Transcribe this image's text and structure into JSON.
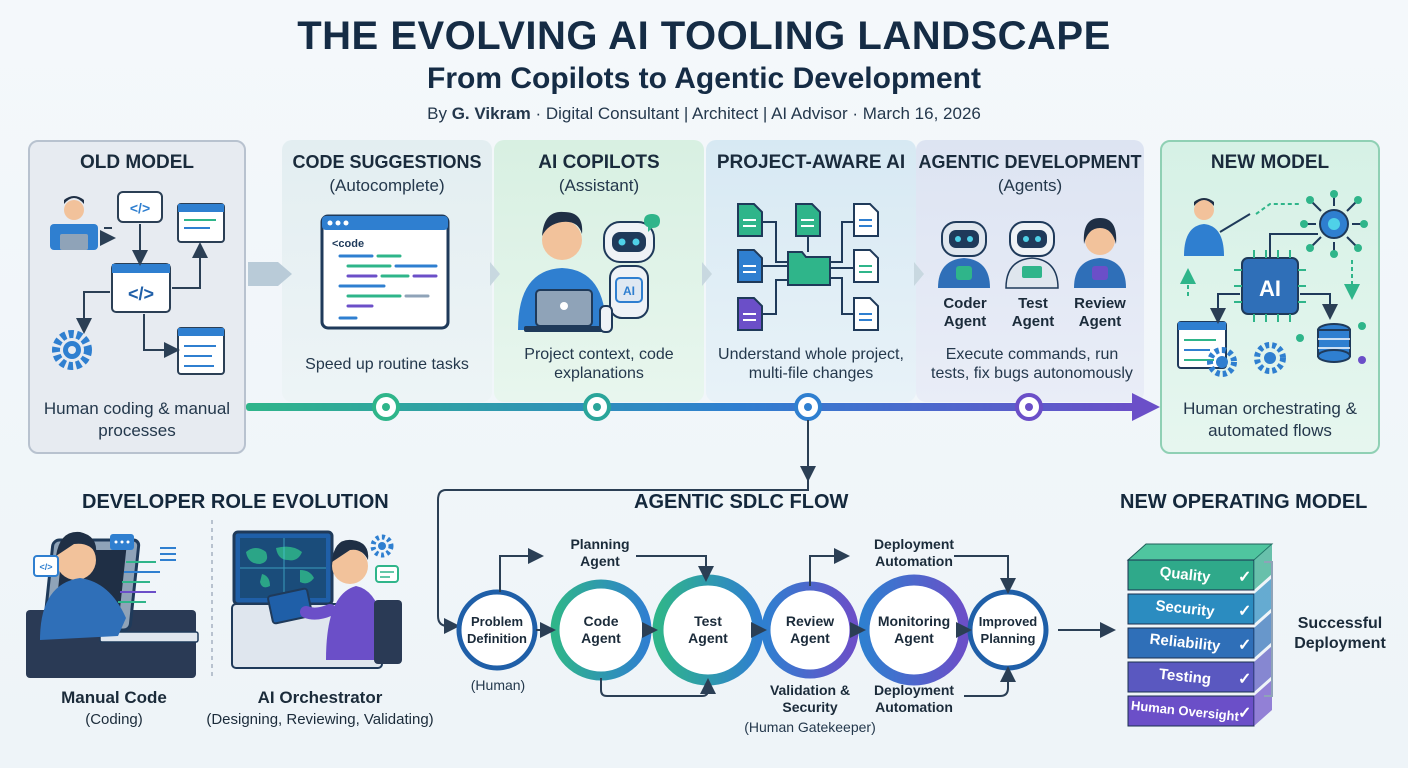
{
  "header": {
    "title": "THE EVOLVING AI TOOLING LANDSCAPE",
    "subtitle": "From Copilots to Agentic Development",
    "byline_prefix": "By ",
    "author": "G. Vikram",
    "byline_rest": " · Digital Consultant | Architect | AI Advisor · March 16, 2026"
  },
  "timeline": {
    "old_model": {
      "title": "OLD MODEL",
      "description": "Human coding & manual processes"
    },
    "stages": [
      {
        "title": "CODE SUGGESTIONS",
        "subtitle": "(Autocomplete)",
        "description": "Speed up routine tasks",
        "code_label": "<code"
      },
      {
        "title": "AI COPILOTS",
        "subtitle": "(Assistant)",
        "description": "Project context, code explanations",
        "robot_badge": "AI"
      },
      {
        "title": "PROJECT-AWARE AI",
        "subtitle": "",
        "description": "Understand whole project, multi-file changes"
      },
      {
        "title": "AGENTIC DEVELOPMENT",
        "subtitle": "(Agents)",
        "description": "Execute commands, run tests, fix bugs autonomously",
        "agents": [
          "Coder Agent",
          "Test Agent",
          "Review Agent"
        ]
      }
    ],
    "new_model": {
      "title": "NEW MODEL",
      "description": "Human orchestrating & automated flows",
      "chip_label": "AI"
    }
  },
  "role_evolution": {
    "title": "DEVELOPER ROLE EVOLUTION",
    "left": {
      "label": "Manual Code",
      "sub": "(Coding)"
    },
    "right": {
      "label": "AI Orchestrator",
      "sub": "(Designing, Reviewing, Validating)"
    }
  },
  "sdlc": {
    "title": "AGENTIC SDLC FLOW",
    "nodes": [
      "Problem Definition",
      "Code Agent",
      "Test Agent",
      "Review Agent",
      "Monitoring Agent",
      "Improved Planning"
    ],
    "human_note": "(Human)",
    "top_labels": [
      "Planning Agent",
      "Deployment Automation"
    ],
    "bottom_labels": [
      {
        "text": "Validation & Security",
        "note": "(Human Gatekeeper)"
      },
      {
        "text": "Deployment Automation",
        "note": ""
      }
    ]
  },
  "operating_model": {
    "title": "NEW OPERATING MODEL",
    "layers": [
      "Quality",
      "Security",
      "Reliability",
      "Testing",
      "Human Oversight"
    ],
    "outcome": "Successful Deployment"
  },
  "colors": {
    "teal": "#2fb58a",
    "blue": "#2f7fd0",
    "purple": "#6b4fc8",
    "navy": "#152c45"
  }
}
